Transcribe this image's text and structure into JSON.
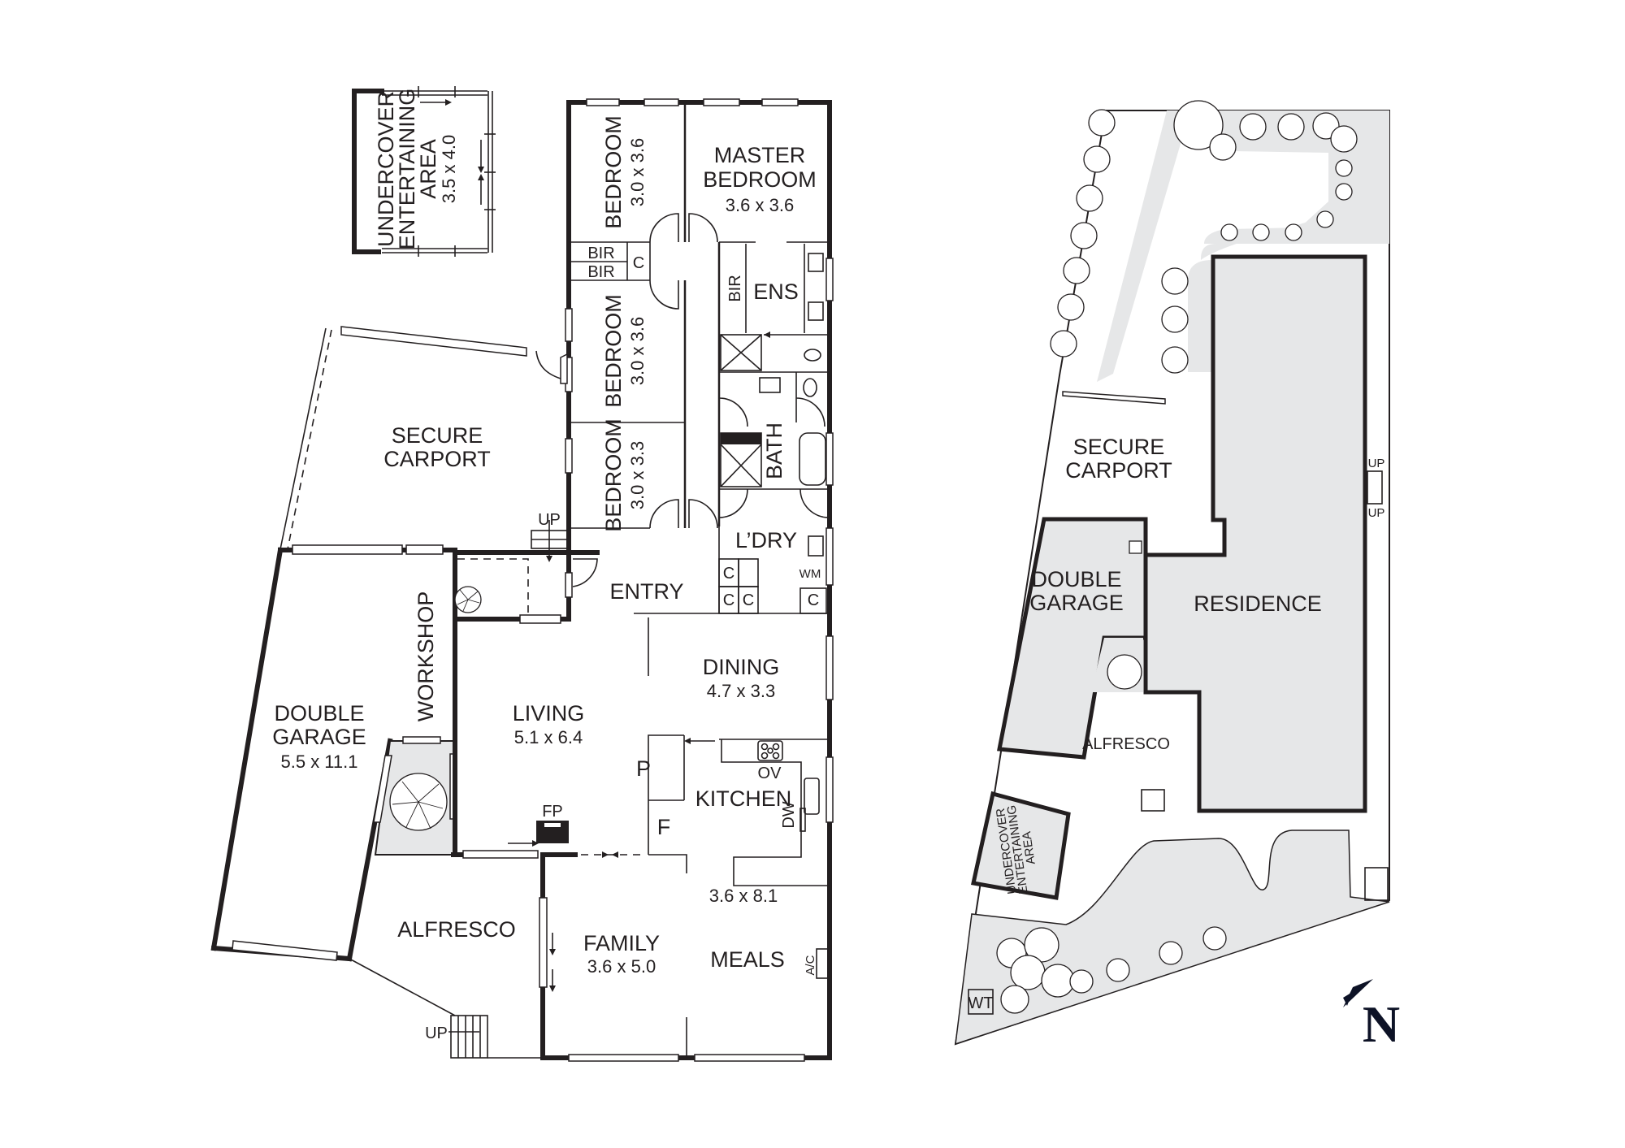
{
  "floor_plan": {
    "rooms": [
      {
        "id": "undercover",
        "name_lines": [
          "UNDERCOVER",
          "ENTERTAINING",
          "AREA"
        ],
        "dims": "3.5 x 4.0"
      },
      {
        "id": "bedroom1",
        "name": "BEDROOM",
        "dims": "3.0 x 3.6"
      },
      {
        "id": "master",
        "name_lines": [
          "MASTER",
          "BEDROOM"
        ],
        "dims": "3.6 x 3.6"
      },
      {
        "id": "bedroom2",
        "name": "BEDROOM",
        "dims": "3.0 x 3.6"
      },
      {
        "id": "bedroom3",
        "name": "BEDROOM",
        "dims": "3.0 x 3.3"
      },
      {
        "id": "ens",
        "name": "ENS"
      },
      {
        "id": "bath",
        "name": "BATH"
      },
      {
        "id": "ldry",
        "name": "L’DRY"
      },
      {
        "id": "carport",
        "name_lines": [
          "SECURE",
          "CARPORT"
        ]
      },
      {
        "id": "entry",
        "name": "ENTRY"
      },
      {
        "id": "workshop",
        "name": "WORKSHOP"
      },
      {
        "id": "garage",
        "name_lines": [
          "DOUBLE",
          "GARAGE"
        ],
        "dims": "5.5 x 11.1"
      },
      {
        "id": "living",
        "name": "LIVING",
        "dims": "5.1 x 6.4"
      },
      {
        "id": "dining",
        "name": "DINING",
        "dims": "4.7 x 3.3"
      },
      {
        "id": "kitchen",
        "name": "KITCHEN",
        "dims": "3.6 x 8.1"
      },
      {
        "id": "alfresco",
        "name": "ALFRESCO"
      },
      {
        "id": "family",
        "name": "FAMILY",
        "dims": "3.6 x 5.0"
      },
      {
        "id": "meals",
        "name": "MEALS"
      }
    ],
    "fixtures": {
      "bir": "BIR",
      "cupboard": "C",
      "wm": "WM",
      "oven": "OV",
      "pantry": "P",
      "fridge": "F",
      "dishwasher": "DW",
      "fireplace": "FP",
      "aircon": "A/C",
      "up": "UP"
    }
  },
  "site_plan": {
    "labels": {
      "carport_lines": [
        "SECURE",
        "CARPORT"
      ],
      "garage_lines": [
        "DOUBLE",
        "GARAGE"
      ],
      "residence": "RESIDENCE",
      "alfresco": "ALFRESCO",
      "undercover_lines": [
        "UNDERCOVER",
        "ENTERTAINING",
        "AREA"
      ],
      "water_tank": "WT",
      "up": "UP"
    }
  },
  "compass": {
    "label": "N",
    "color": "#0d1226"
  },
  "colors": {
    "line": "#231f20",
    "fill_grey": "#e6e7e8",
    "background": "#ffffff"
  }
}
